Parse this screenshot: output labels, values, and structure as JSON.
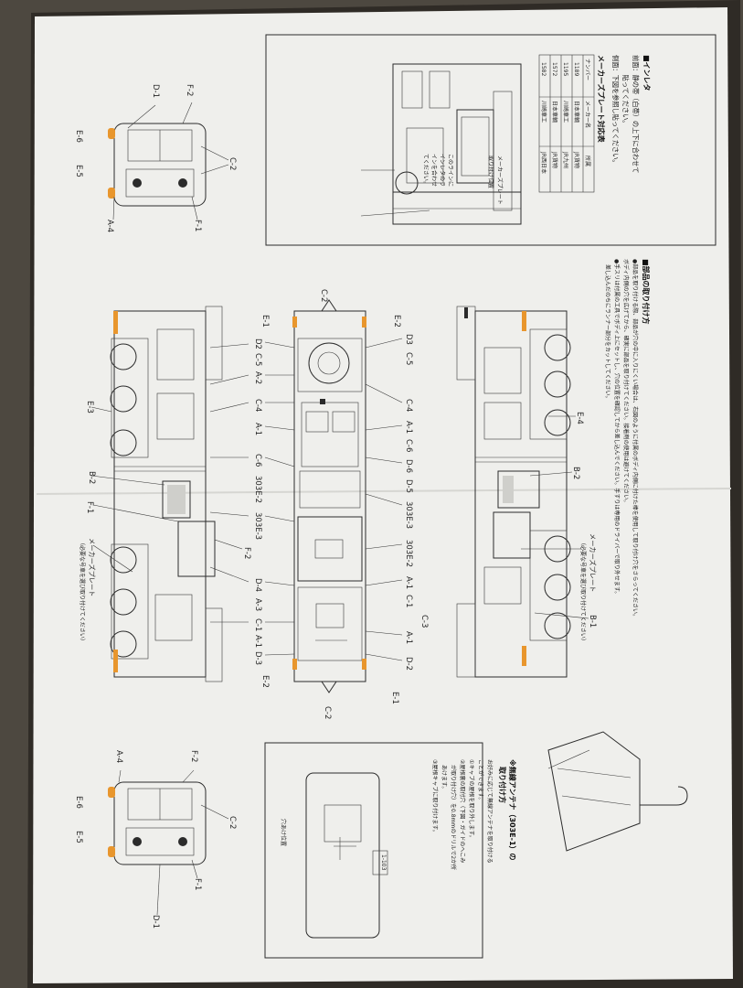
{
  "inset_panel": {
    "title": "■インレタ",
    "lines": [
      "前面：静の帯（白帯）の上下に合わせて",
      "　　　貼ってください。",
      "側面：下図を参照し貼ってください。"
    ],
    "plate_table_title": "メーカーズプレート対応表",
    "table": {
      "headers": [
        "ナンバー",
        "メーカー名",
        "所属"
      ],
      "rows": [
        [
          "1189",
          "日本車輌",
          "JR貨物"
        ],
        [
          "1195",
          "川崎車工",
          "JR九州"
        ],
        [
          "1572",
          "日本車輌",
          "JR貨物"
        ],
        [
          "1582",
          "川崎車工",
          "JR西日本"
        ]
      ]
    },
    "plate_note": [
      "メーカーズプレート",
      "取り付け位置"
    ],
    "align_note": [
      "このラインに",
      "インレタのラ",
      "インを合わせ",
      "てください。"
    ]
  },
  "parts_section": {
    "title": "■部品の取り付け方",
    "lines": [
      "●部品を取り付ける際、部品が穴の中に入りにくい場合は、右図のように付属のボディ内側に付けた棒を使用して取り付け穴をさらってください。",
      "ボディ内側の穴を広げてから、確実に部品を取り付けてください。接着剤の使用は避けてください。",
      "●手スリは付属の工具でボディ上にセットし、穴の位置を確認してから差し込んでください。手すりは専用のドライバーで取り外せます。",
      "　差し込んだのちにランナー部分をカットしてください。"
    ]
  },
  "top_side_view": {
    "labels": [
      "E-4",
      "B-2",
      "メーカーズプレート",
      "B-1"
    ],
    "plate_sub": "（必要な号車を選び取り付けてください）"
  },
  "roof_view": {
    "top_labels": [
      "E-2",
      "D3",
      "C-5",
      "C-4",
      "A-1",
      "C-6",
      "D-6",
      "D-5",
      "303E-3",
      "303E-2",
      "A-1",
      "C-1",
      "C-3",
      "A-1",
      "D-2",
      "E-1"
    ],
    "bottom_labels": [
      "E-1",
      "D2",
      "C-5",
      "A-2",
      "C-4",
      "A-1",
      "C-6",
      "303E-2",
      "303E-3",
      "D-4",
      "A-3",
      "C-1",
      "A-1",
      "D-3",
      "E-2"
    ],
    "end_labels": [
      "C-2",
      "C-2"
    ]
  },
  "bottom_side_view": {
    "labels": [
      "E-3",
      "B-2",
      "F-1",
      "F-2",
      "メーカーズプレート"
    ],
    "plate_sub": "（必要な号車を選び取り付けてください）"
  },
  "front_view_top": {
    "labels": [
      "F-2",
      "D-1",
      "C-2",
      "E-6",
      "E-5",
      "A-4",
      "F-1"
    ]
  },
  "front_view_bottom": {
    "labels": [
      "A-4",
      "F-2",
      "C-2",
      "E-6",
      "E-5",
      "F-1",
      "D-1"
    ]
  },
  "antenna": {
    "title": "※無線アンテナ（303E-1）の",
    "title2": "　取り付け方",
    "lines": [
      "お好みに応じて無線アンテナを取り付ける",
      "ことができます。",
      "①キャブの屋根を取り外します。",
      "②屋根裏の取付穴（下図・ガイドのへこみ",
      "　が取り付け穴）を0.8mmのドリルで2か所",
      "　あけます。",
      "③屋根キャブに取り付けます。"
    ],
    "caption": "穴あけ位置",
    "part_no": "1-103"
  }
}
